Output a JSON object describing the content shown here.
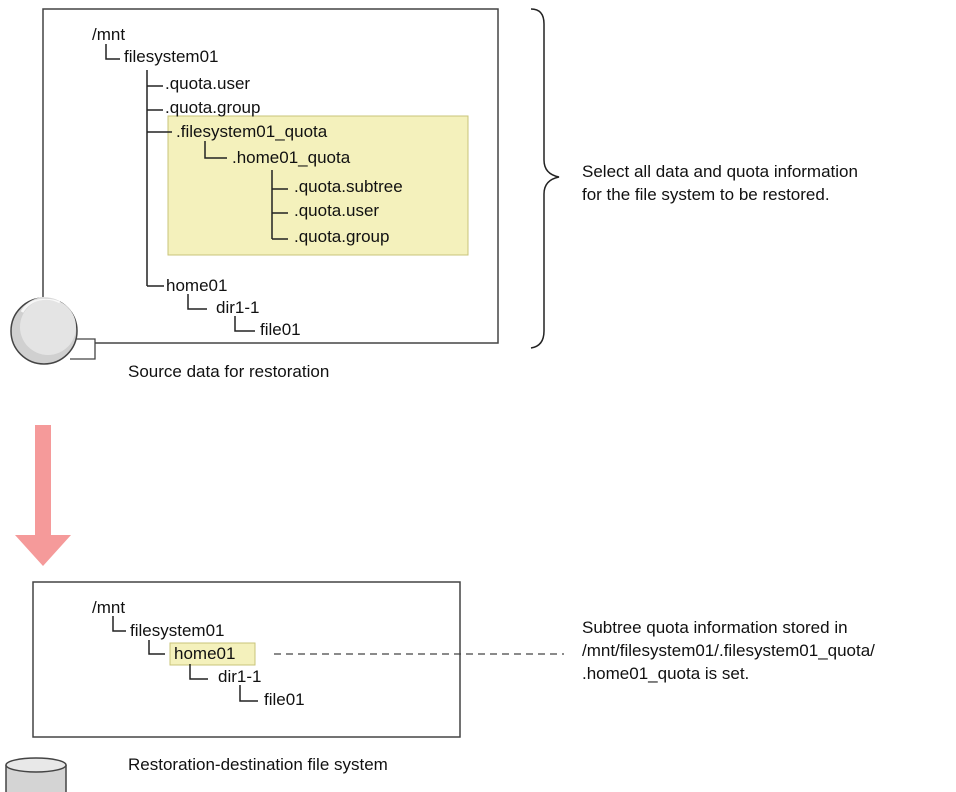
{
  "source": {
    "caption": "Source data for restoration",
    "tree": {
      "root": "/mnt",
      "filesystem": "filesystem01",
      "quota_user": ".quota.user",
      "quota_group": ".quota.group",
      "fs_quota_dir": ".filesystem01_quota",
      "home_quota_dir": ".home01_quota",
      "subtree_file": ".quota.subtree",
      "sub_quota_user": ".quota.user",
      "sub_quota_group": ".quota.group",
      "home": "home01",
      "dir": "dir1-1",
      "file": "file01"
    },
    "note_lines": [
      "Select all data and quota information",
      "for the file system to be restored."
    ]
  },
  "destination": {
    "caption": "Restoration-destination file system",
    "tree": {
      "root": "/mnt",
      "filesystem": "filesystem01",
      "home": "home01",
      "dir": "dir1-1",
      "file": "file01"
    },
    "note_lines": [
      "Subtree quota information stored in",
      "/mnt/filesystem01/.filesystem01_quota/",
      ".home01_quota is set."
    ]
  },
  "colors": {
    "highlight_fill": "#f4f1bc",
    "highlight_border": "#c9c47a",
    "arrow": "#f59a9a"
  }
}
